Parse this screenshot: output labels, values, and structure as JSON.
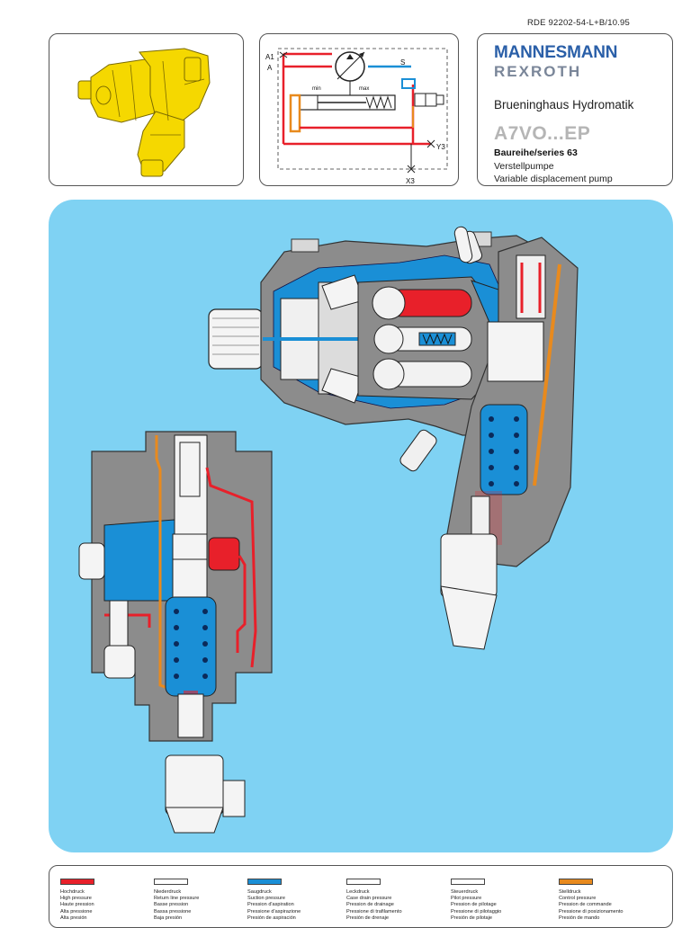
{
  "header": {
    "doc_ref": "RDE 92202-54-L+B/10.95"
  },
  "brand": {
    "line1": "MANNESMANN",
    "line2": "REXROTH",
    "company": "Brueninghaus Hydromatik",
    "model": "A7VO...EP",
    "series": "Baureihe/series 63",
    "name_de": "Verstellpumpe",
    "name_en": "Variable displacement pump",
    "color": "#2a5fa8"
  },
  "schematic": {
    "labels": {
      "a1": "A1",
      "a": "A",
      "s": "S",
      "min": "min",
      "max": "max",
      "y3": "Y3",
      "x3": "X3"
    }
  },
  "colors": {
    "high_pressure": "#e8202a",
    "suction": "#1a8fd6",
    "control": "#e88a1e",
    "housing": "#8c8c8c",
    "panel_bg": "#7fd2f3",
    "photo_yellow": "#f5d800"
  },
  "legend": [
    {
      "swatch": "#e8202a",
      "lines": [
        "Hochdruck",
        "High pressure",
        "Haute pression",
        "Alta pressione",
        "Alta presión"
      ]
    },
    {
      "swatch": "#ffffff",
      "lines": [
        "Niederdruck",
        "Return line pressure",
        "Basse pression",
        "Bassa pressione",
        "Baja presión"
      ]
    },
    {
      "swatch": "#1a8fd6",
      "lines": [
        "Saugdruck",
        "Suction pressure",
        "Pression d'aspiration",
        "Pressione d'aspirazione",
        "Presión de aspiración"
      ]
    },
    {
      "swatch": "#ffffff",
      "lines": [
        "Leckdruck",
        "Case drain pressure",
        "Pression de drainage",
        "Pressione di trafilamento",
        "Presión de drenaje"
      ]
    },
    {
      "swatch": "#ffffff",
      "lines": [
        "Steuerdruck",
        "Pilot pressure",
        "Pression de pilotage",
        "Pressione di pilotaggio",
        "Presión de pilotaje"
      ]
    },
    {
      "swatch": "#e88a1e",
      "lines": [
        "Stelldruck",
        "Control pressure",
        "Pression de commande",
        "Pressione di posizionamento",
        "Presión de mando"
      ]
    }
  ]
}
